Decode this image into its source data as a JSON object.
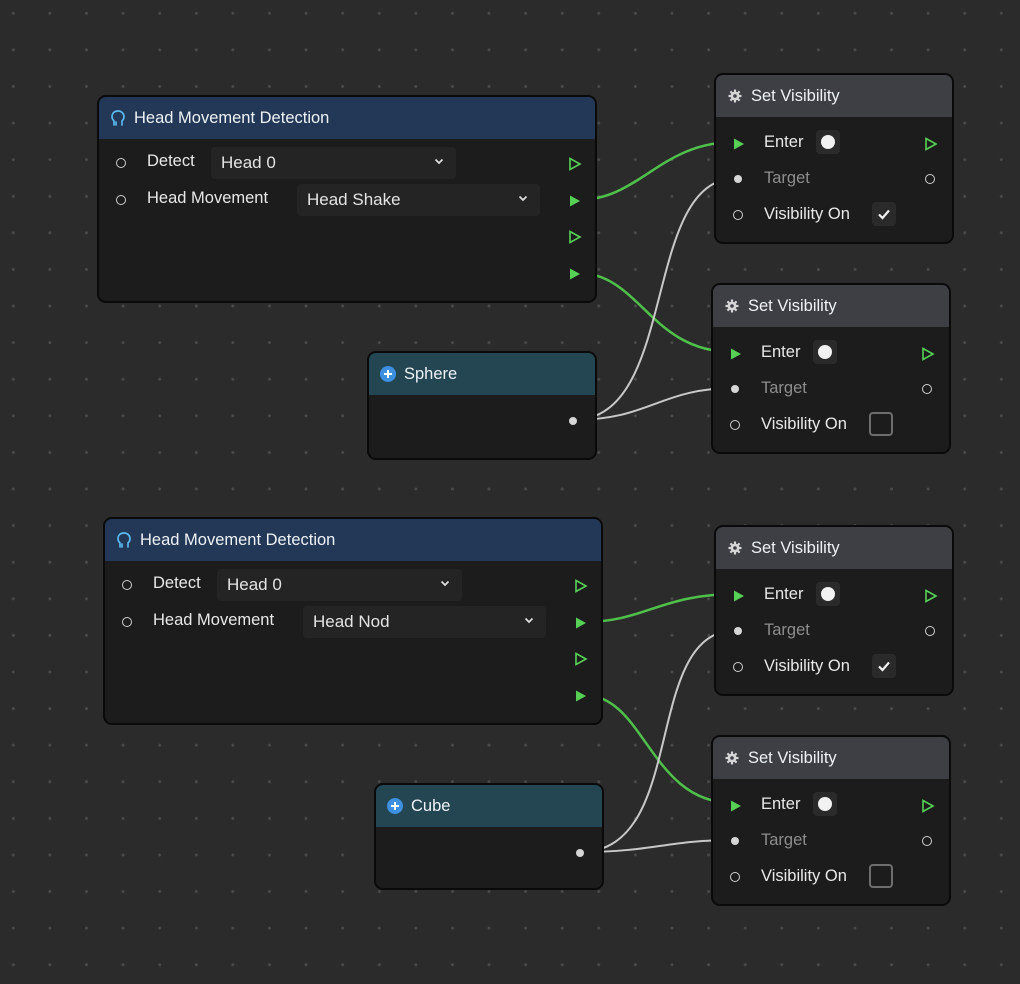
{
  "canvas": {
    "background": "#2b2b2b",
    "wire_flow_color": "#4fc04a",
    "wire_data_color": "#c8c8c8"
  },
  "detection_nodes": [
    {
      "title": "Head Movement Detection",
      "icon": "head-icon",
      "detect_label": "Detect",
      "detect_value": "Head 0",
      "movement_label": "Head Movement",
      "movement_value": "Head Shake"
    },
    {
      "title": "Head Movement Detection",
      "icon": "head-icon",
      "detect_label": "Detect",
      "detect_value": "Head 0",
      "movement_label": "Head Movement",
      "movement_value": "Head Nod"
    }
  ],
  "object_nodes": [
    {
      "title": "Sphere",
      "icon": "plus-circle-icon"
    },
    {
      "title": "Cube",
      "icon": "plus-circle-icon"
    }
  ],
  "visibility_nodes": [
    {
      "title": "Set Visibility",
      "icon": "gear-icon",
      "enter_label": "Enter",
      "target_label": "Target",
      "visibility_label": "Visibility On",
      "visibility_on": true
    },
    {
      "title": "Set Visibility",
      "icon": "gear-icon",
      "enter_label": "Enter",
      "target_label": "Target",
      "visibility_label": "Visibility On",
      "visibility_on": false
    },
    {
      "title": "Set Visibility",
      "icon": "gear-icon",
      "enter_label": "Enter",
      "target_label": "Target",
      "visibility_label": "Visibility On",
      "visibility_on": true
    },
    {
      "title": "Set Visibility",
      "icon": "gear-icon",
      "enter_label": "Enter",
      "target_label": "Target",
      "visibility_label": "Visibility On",
      "visibility_on": false
    }
  ]
}
